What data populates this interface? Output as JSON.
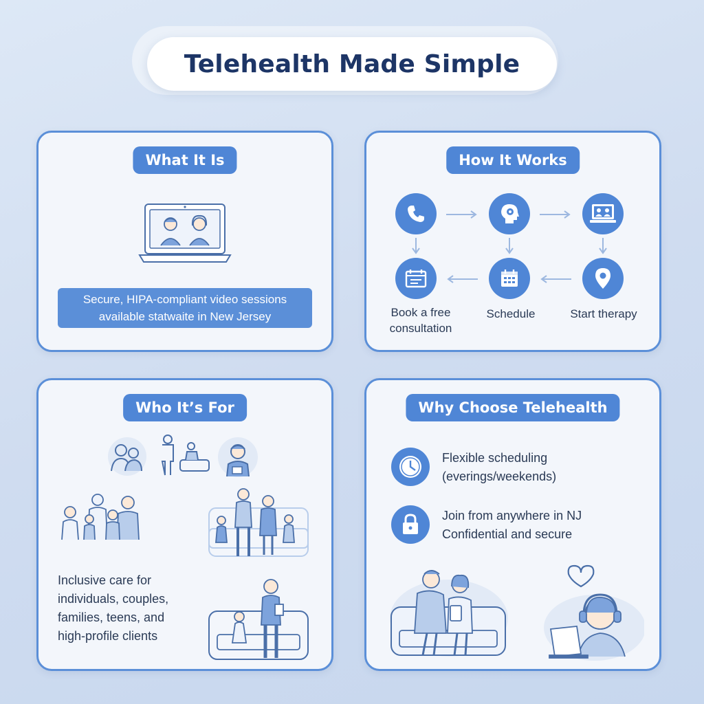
{
  "title": "Telehealth Made Simple",
  "panels": {
    "what": {
      "heading": "What It Is",
      "caption_line1": "Secure, HIPA-compliant video sessions",
      "caption_line2": "available statwaite in New Jersey"
    },
    "how": {
      "heading": "How It Works",
      "steps": [
        {
          "label_line1": "Book a free",
          "label_line2": "consultation",
          "icon": "calendar-board-icon"
        },
        {
          "label_line1": "Schedule",
          "label_line2": "",
          "icon": "calendar-icon"
        },
        {
          "label_line1": "Start therapy",
          "label_line2": "",
          "icon": "location-pin-icon"
        }
      ],
      "top_icons": [
        "phone-icon",
        "head-gears-icon",
        "video-call-laptop-icon"
      ]
    },
    "who": {
      "heading": "Who It’s For",
      "text_lines": [
        "Inclusive care for",
        "individuals, couples,",
        "families, teens, and",
        "high-profile clients"
      ]
    },
    "why": {
      "heading": "Why Choose Telehealth",
      "items": [
        {
          "icon": "clock-icon",
          "line1": "Flexible scheduling",
          "line2": "(everings/weekends)"
        },
        {
          "icon": "lock-icon",
          "line1": "Join from anywhere in NJ",
          "line2": "Confidential and secure"
        }
      ]
    }
  },
  "colors": {
    "accent": "#4f86d6",
    "border": "#5b8fd8",
    "title_text": "#1d3566",
    "panel_bg": "#f3f6fb"
  }
}
